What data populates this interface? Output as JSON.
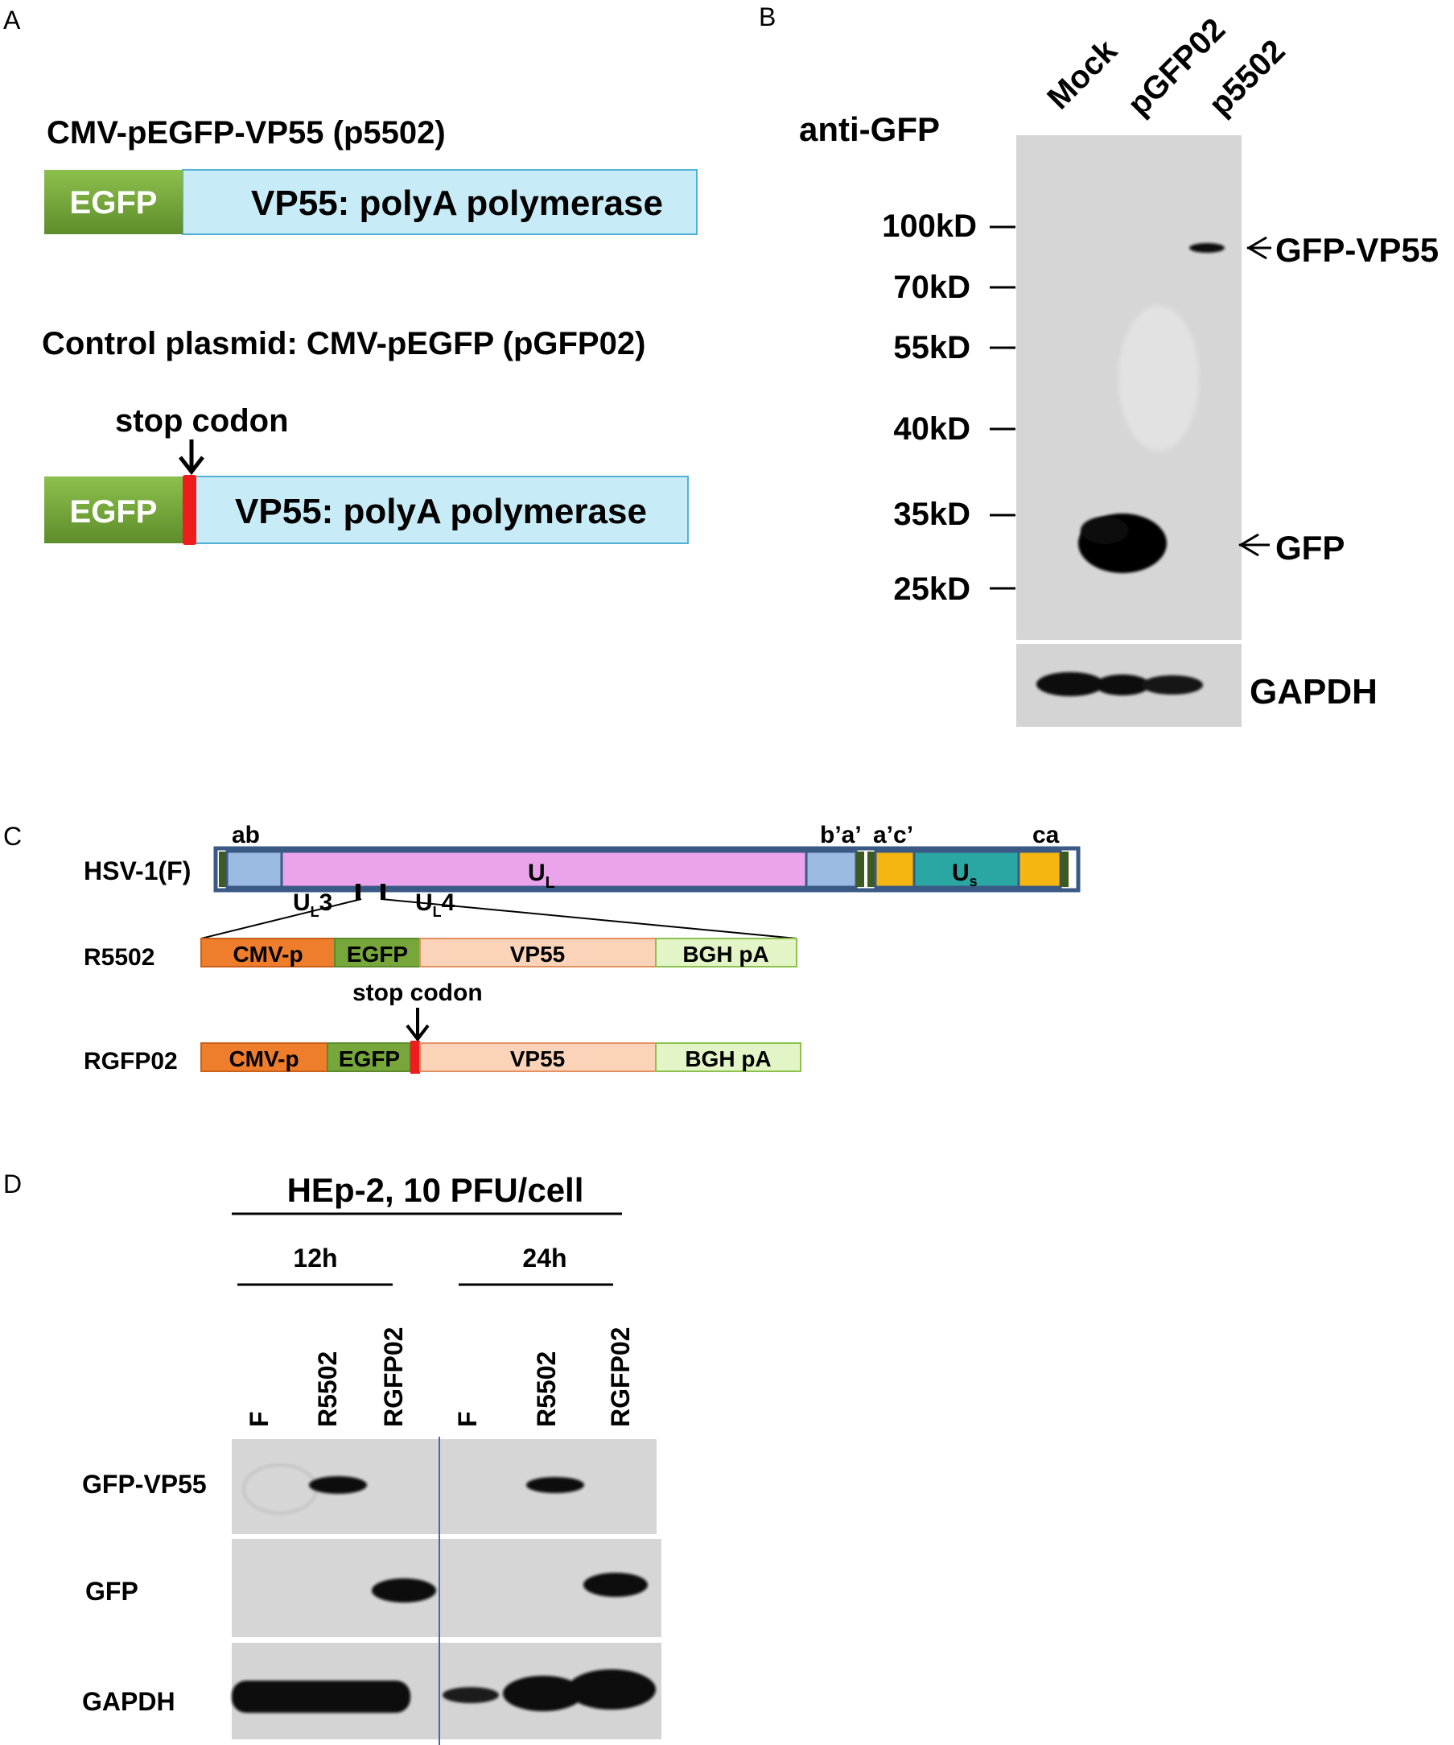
{
  "panelA": {
    "letter": "A",
    "construct1_title": "CMV-pEGFP-VP55 (p5502)",
    "construct2_title": "Control plasmid: CMV-pEGFP (pGFP02)",
    "egfp_label": "EGFP",
    "vp55_label": "VP55: polyA polymerase",
    "stop_label": "stop codon",
    "colors": {
      "egfp": "#77a63b",
      "vp55": "#c8ecf7",
      "stop": "#ee1c1c"
    }
  },
  "panelB": {
    "letter": "B",
    "antibody": "anti-GFP",
    "lanes": [
      "Mock",
      "pGFP02",
      "p5502"
    ],
    "markers": [
      "100kD",
      "70kD",
      "55kD",
      "40kD",
      "35kD",
      "25kD"
    ],
    "band_labels": [
      "GFP-VP55",
      "GFP"
    ],
    "loading": "GAPDH"
  },
  "panelC": {
    "letter": "C",
    "genome_label": "HSV-1(F)",
    "region_labels": [
      "ab",
      "b’a’",
      "a’c’",
      "ca"
    ],
    "ul": "U",
    "ul_sub": "L",
    "us": "U",
    "us_sub": "s",
    "ul3": "U",
    "ul3_sub": "L",
    "ul3_num": "3",
    "ul4": "U",
    "ul4_sub": "L",
    "ul4_num": "4",
    "constructs": [
      {
        "name": "R5502",
        "parts": [
          "CMV-p",
          "EGFP",
          "VP55",
          "BGH pA"
        ]
      },
      {
        "name": "RGFP02",
        "parts": [
          "CMV-p",
          "EGFP",
          "VP55",
          "BGH pA"
        ]
      }
    ],
    "stop_label": "stop codon",
    "colors": {
      "cmv": "#ee7d2c",
      "egfp": "#77a63b",
      "vp55": "#fbd3b8",
      "bgh": "#e3f5c6",
      "ul": "#eba3ec",
      "us": "#2aa6a3",
      "repeat_blue": "#9bbbe2",
      "repeat_gold": "#f5b70f",
      "border": "#3a5a85"
    }
  },
  "panelD": {
    "letter": "D",
    "header": "HEp-2, 10 PFU/cell",
    "times": [
      "12h",
      "24h"
    ],
    "lanes": [
      "F",
      "R5502",
      "RGFP02",
      "F",
      "R5502",
      "RGFP02"
    ],
    "rows": [
      "GFP-VP55",
      "GFP",
      "GAPDH"
    ]
  }
}
